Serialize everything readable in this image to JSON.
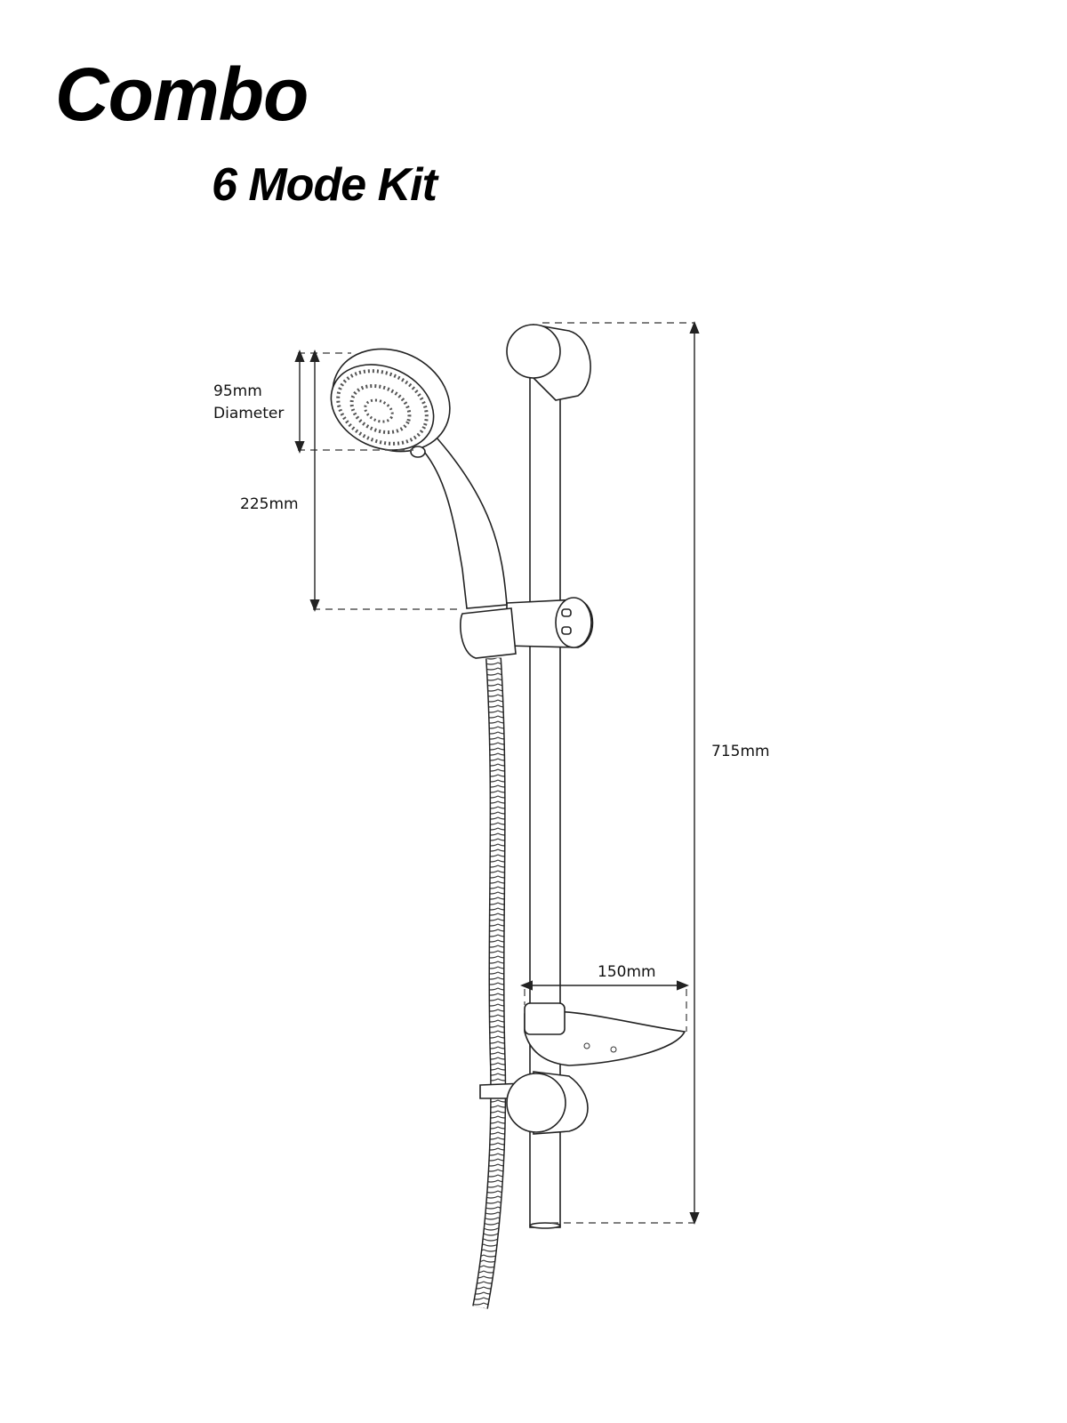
{
  "title": "Combo",
  "subtitle": "6 Mode Kit",
  "dimensions": {
    "head_diameter": "95mm",
    "head_diameter_note": "Diameter",
    "handset_length": "225mm",
    "rail_height": "715mm",
    "soap_dish_depth": "150mm"
  }
}
